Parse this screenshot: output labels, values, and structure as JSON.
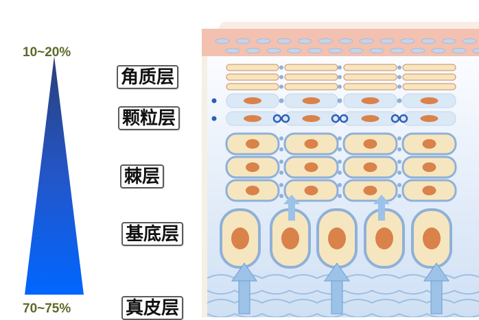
{
  "gradient": {
    "top_label": "10~20%",
    "bottom_label": "70~75%",
    "color_top": "#2a3f78",
    "color_bottom": "#0066ff"
  },
  "layers": [
    {
      "label": "角质层"
    },
    {
      "label": "颗粒层"
    },
    {
      "label": "棘层"
    },
    {
      "label": "基底层"
    },
    {
      "label": "真皮层"
    }
  ],
  "colors": {
    "surface": "#f4c4b4",
    "epidermis_bg": "#eaf2fb",
    "cell_fill": "#f6e6bf",
    "nucleus": "#d9824a",
    "membrane": "#8fb0d8",
    "arrow": "#9cc2e8"
  }
}
